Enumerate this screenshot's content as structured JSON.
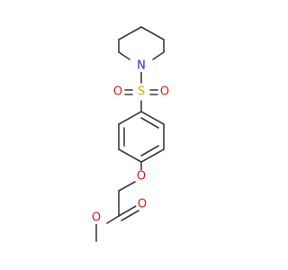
{
  "molecule": {
    "atoms": {
      "n1": {
        "symbol": "N",
        "color": "#2929e8"
      },
      "s1": {
        "symbol": "S",
        "color": "#c8b400"
      },
      "o_s_left": {
        "symbol": "O",
        "color": "#e8170f"
      },
      "o_s_right": {
        "symbol": "O",
        "color": "#e8170f"
      },
      "o_ether": {
        "symbol": "O",
        "color": "#e8170f"
      },
      "o_carbonyl": {
        "symbol": "O",
        "color": "#e8170f"
      },
      "o_ester": {
        "symbol": "O",
        "color": "#e8170f"
      }
    },
    "bond_color": "#3a3a3a"
  }
}
